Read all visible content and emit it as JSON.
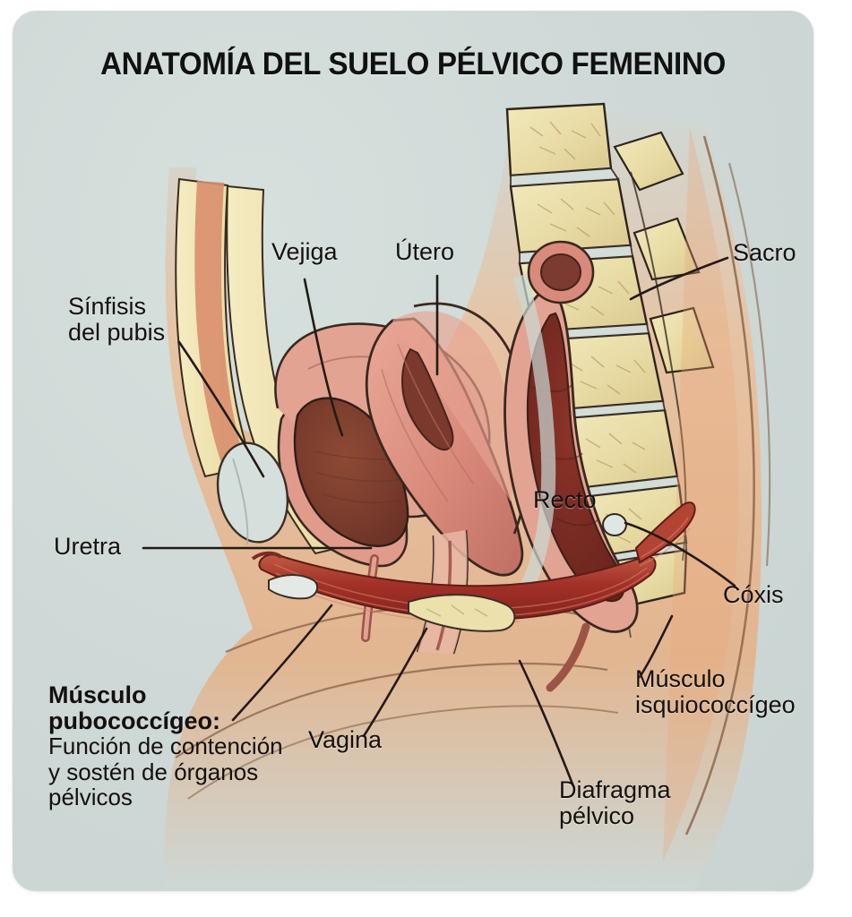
{
  "card": {
    "title": "ANATOMÍA DEL SUELO PÉLVICO FEMENINO",
    "background_color": "#cfd9d7",
    "text_color": "#14100e"
  },
  "labels": {
    "sinfisis_del_pubis": "Sínfisis\ndel pubis",
    "uretra": "Uretra",
    "vejiga": "Vejiga",
    "utero": "Útero",
    "sacro": "Sacro",
    "recto": "Recto",
    "coxis": "Cóxis",
    "musculo_isquiococcigeo": "Músculo\nisquiococcígeo",
    "diafragma_pelvico": "Diafragma\npélvico",
    "vagina": "Vagina",
    "musculo_pubococcigeo_head": "Músculo\npubococcígeo:",
    "musculo_pubococcigeo_body": "Función de contención\ny sostén de órganos\npélvicos"
  },
  "palette": {
    "bone": "#ece0ac",
    "bone_shade": "#ddcf93",
    "disc": "#cfdbd8",
    "fat": "#f2e7b4",
    "skin": "#e6b591",
    "skin_deep": "#d79a6f",
    "muscle_red": "#a8322a",
    "muscle_red_light": "#c0503f",
    "organ_pink": "#dd8f82",
    "organ_pink_light": "#e8a697",
    "organ_dark": "#7d3a30",
    "lumen_dark": "#6d2d26",
    "abdominal_muscle": "#d98f6e",
    "leader_line": "#231a16"
  }
}
